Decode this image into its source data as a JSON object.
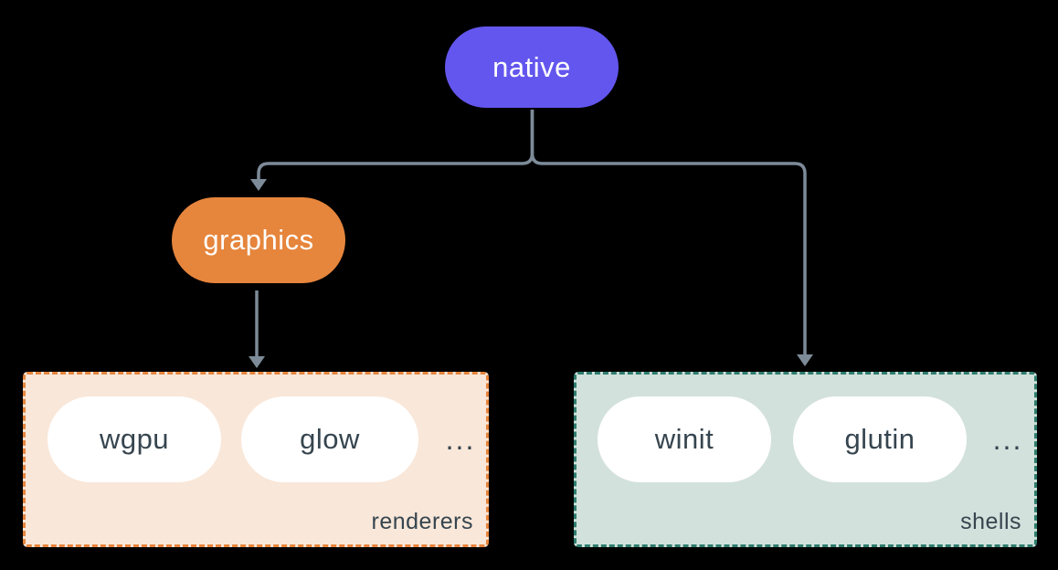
{
  "diagram": {
    "background_color": "#000000",
    "connector_color": "#7D8B99",
    "nodes": {
      "native": {
        "label": "native",
        "fill_color": "#6356EE",
        "text_color": "#FFFFFF"
      },
      "graphics": {
        "label": "graphics",
        "fill_color": "#E6853C",
        "text_color": "#FFFFFF"
      }
    },
    "groups": {
      "renderers": {
        "label": "renderers",
        "background_color": "#F9E7D9",
        "border_color": "#E6853C",
        "border_style": "dashed",
        "items": [
          {
            "label": "wgpu"
          },
          {
            "label": "glow"
          }
        ],
        "ellipsis": "...",
        "item_fill_color": "#FFFFFF",
        "item_text_color": "#36454F"
      },
      "shells": {
        "label": "shells",
        "background_color": "#D2E1DB",
        "border_color": "#2E7D6E",
        "border_style": "dashed",
        "items": [
          {
            "label": "winit"
          },
          {
            "label": "glutin"
          }
        ],
        "ellipsis": "...",
        "item_fill_color": "#FFFFFF",
        "item_text_color": "#36454F"
      }
    },
    "edges": [
      {
        "from": "native",
        "to": "graphics"
      },
      {
        "from": "native",
        "to": "shells"
      },
      {
        "from": "graphics",
        "to": "renderers"
      }
    ]
  }
}
